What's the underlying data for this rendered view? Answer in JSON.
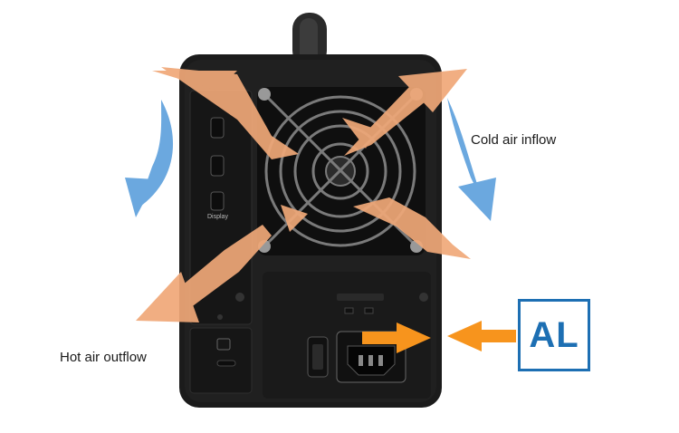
{
  "labels": {
    "cold_air": "Cold air inflow",
    "hot_air": "Hot air outflow",
    "port_display": "Display"
  },
  "badge": {
    "text": "AL"
  },
  "colors": {
    "enclosure": "#1b1b1b",
    "fan": "#0f0f0f",
    "hot_air": "#f0a878",
    "cold_air": "#5b9fdc",
    "arrow": "#f7941d",
    "badge": "#1d6fb3"
  },
  "icons": [
    "thunderbolt-port-icon",
    "thunderbolt-port-icon",
    "mini-displayport-icon",
    "fan-grille-icon",
    "power-switch-icon",
    "power-socket-icon",
    "kensington-lock-icon"
  ]
}
